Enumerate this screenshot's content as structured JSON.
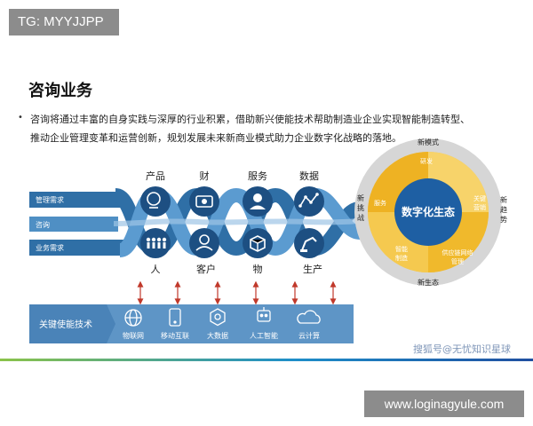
{
  "tags": {
    "top": "TG: MYYJJPP",
    "bottom": "www.loginagyule.com"
  },
  "title": "咨询业务",
  "description": {
    "line1": "咨询将通过丰富的自身实践与深厚的行业积累，借助新兴使能技术帮助制造业企业实现智能制造转型、",
    "line2": "推动企业管理变革和运营创新，规划发展未来新商业模式助力企业数字化战略的落地。"
  },
  "bands": [
    "管理需求",
    "咨询",
    "业务需求"
  ],
  "top_labels": [
    "产品",
    "财",
    "服务",
    "数据"
  ],
  "bottom_labels": [
    "人",
    "客户",
    "物",
    "生产"
  ],
  "enablers": {
    "label": "关键使能技术",
    "items": [
      {
        "icon": "globe-icon",
        "label": "物联网"
      },
      {
        "icon": "mobile-icon",
        "label": "移动互联"
      },
      {
        "icon": "hexagon-icon",
        "label": "大数据"
      },
      {
        "icon": "robot-icon",
        "label": "人工智能"
      },
      {
        "icon": "cloud-icon",
        "label": "云计算"
      }
    ]
  },
  "ecosystem": {
    "center": "数字化生态",
    "outer": {
      "top": "新模式",
      "right1": "新",
      "right2": "趋",
      "right3": "势",
      "bottom": "新生态",
      "left1": "新",
      "left2": "挑",
      "left3": "战"
    },
    "inner": {
      "top": "研发",
      "right1": "关键",
      "right2": "营销",
      "bottom_right1": "供应链网络",
      "bottom_right2": "管理",
      "bottom_left1": "智能",
      "bottom_left2": "制造",
      "left": "服务"
    }
  },
  "watermark": "搜狐号@无忧知识星球",
  "colors": {
    "accent": "#2a6fa8",
    "dark": "#16426e",
    "gold": "#e6b030",
    "gray": "#8c8c8c"
  }
}
